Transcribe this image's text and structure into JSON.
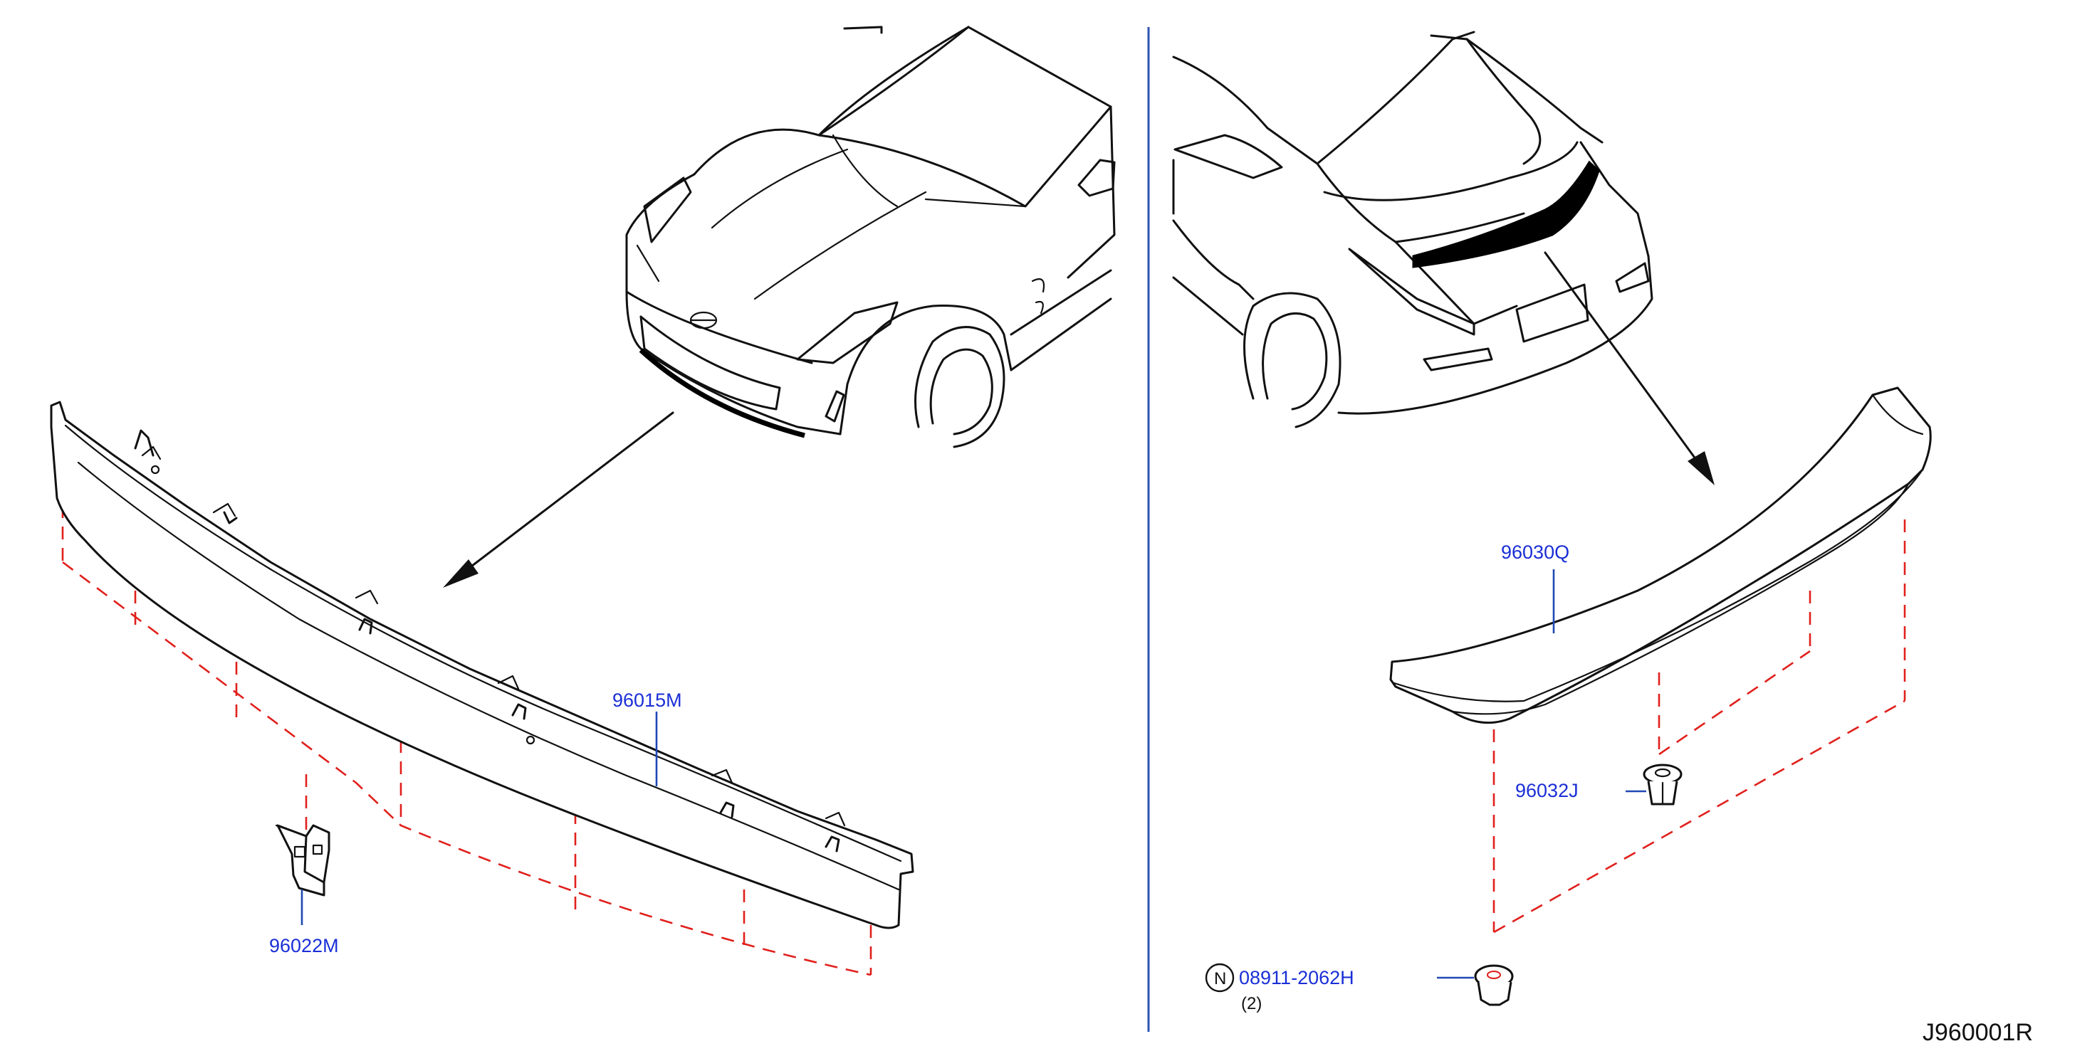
{
  "diagram_ref": "J960001R",
  "parts": {
    "front_spoiler": "96015M",
    "front_clip": "96022M",
    "rear_spoiler": "96030Q",
    "rear_clip": "96032J",
    "nut_number": "08911-2062H",
    "nut_qty": "(2)",
    "nut_marker": "N"
  },
  "colors": {
    "callout_text": "#1a2fd6",
    "leader_line": "#1f49b3",
    "dashed_alignment": "#e0201c",
    "divider": "#2d55b0"
  }
}
